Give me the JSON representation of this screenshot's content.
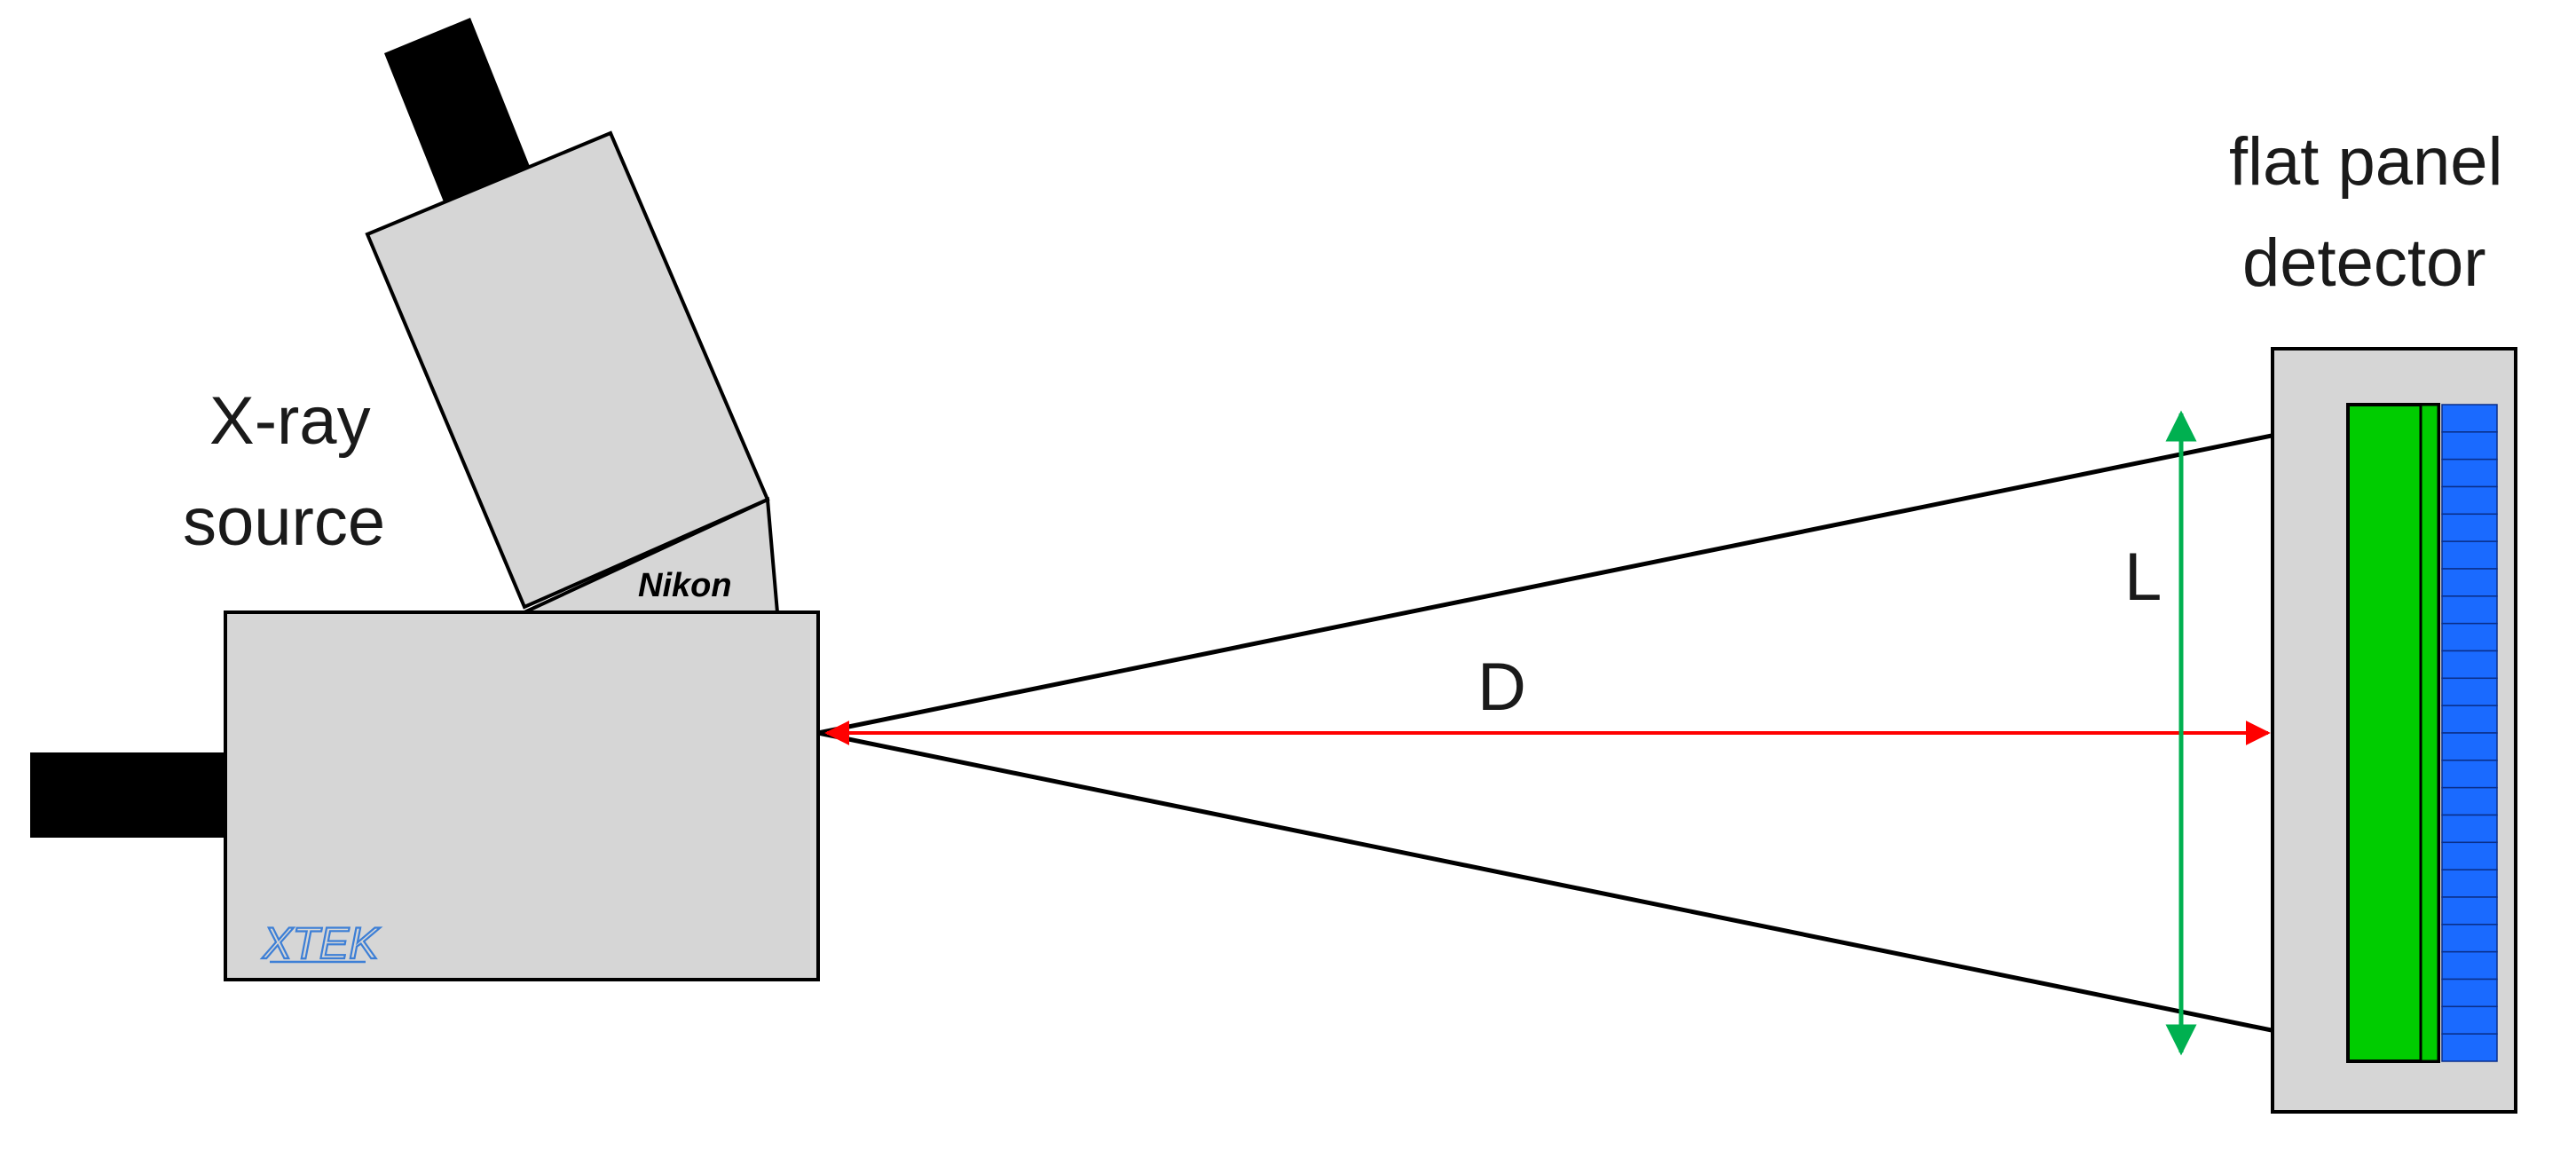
{
  "labels": {
    "source_line1": "X-ray",
    "source_line2": "source",
    "detector_line1": "flat panel",
    "detector_line2": "detector",
    "distance": "D",
    "length": "L"
  },
  "branding": {
    "nikon": "Nikon",
    "xtek": "XTEK"
  },
  "colors": {
    "housing": "#d6d6d6",
    "outline": "#000000",
    "distance_arrow": "#ff0000",
    "length_arrow": "#00b050",
    "scintillator": "#00cc00",
    "pixel_array": "#1a6aff",
    "xtek_logo": "#3d7fd6"
  },
  "detector": {
    "pixel_rows": 24
  }
}
